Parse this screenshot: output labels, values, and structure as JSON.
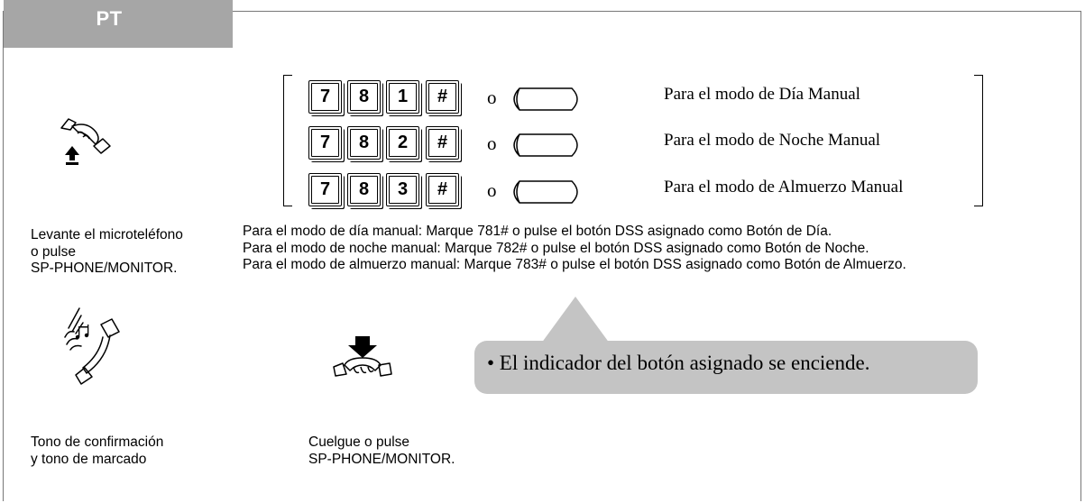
{
  "header": {
    "tab_label": "PT"
  },
  "steps": {
    "offhook_caption": [
      "Levante el microteléfono",
      "o pulse",
      "SP-PHONE/MONITOR."
    ],
    "confirm_caption": [
      "Tono de confirmación",
      "y tono de marcado"
    ],
    "onhook_caption": [
      "Cuelgue o pulse",
      "SP-PHONE/MONITOR."
    ]
  },
  "key_rows": [
    {
      "keys": [
        "7",
        "8",
        "1",
        "#"
      ],
      "or": "o",
      "label": "Para el modo de Día Manual"
    },
    {
      "keys": [
        "7",
        "8",
        "2",
        "#"
      ],
      "or": "o",
      "label": "Para el modo de Noche Manual"
    },
    {
      "keys": [
        "7",
        "8",
        "3",
        "#"
      ],
      "or": "o",
      "label": "Para el modo de Almuerzo Manual"
    }
  ],
  "instructions": [
    "Para el modo de día manual: Marque 781# o pulse el botón DSS asignado como Botón de Día.",
    "Para el modo de noche manual: Marque 782# o pulse el botón DSS asignado como Botón de Noche.",
    "Para el modo de almuerzo manual: Marque 783# o pulse el botón DSS asignado como Botón de Almuerzo."
  ],
  "callout": {
    "text": "• El indicador del botón asignado se enciende."
  },
  "icons": {
    "offhook": "handset-offhook-icon",
    "confirm": "confirmation-tone-handset-icon",
    "onhook": "handset-onhook-icon",
    "dss": "dss-button-icon"
  },
  "colors": {
    "tab_bg": "#a6a6a6",
    "callout_bg": "#c4c4c4",
    "frame": "#777777"
  }
}
